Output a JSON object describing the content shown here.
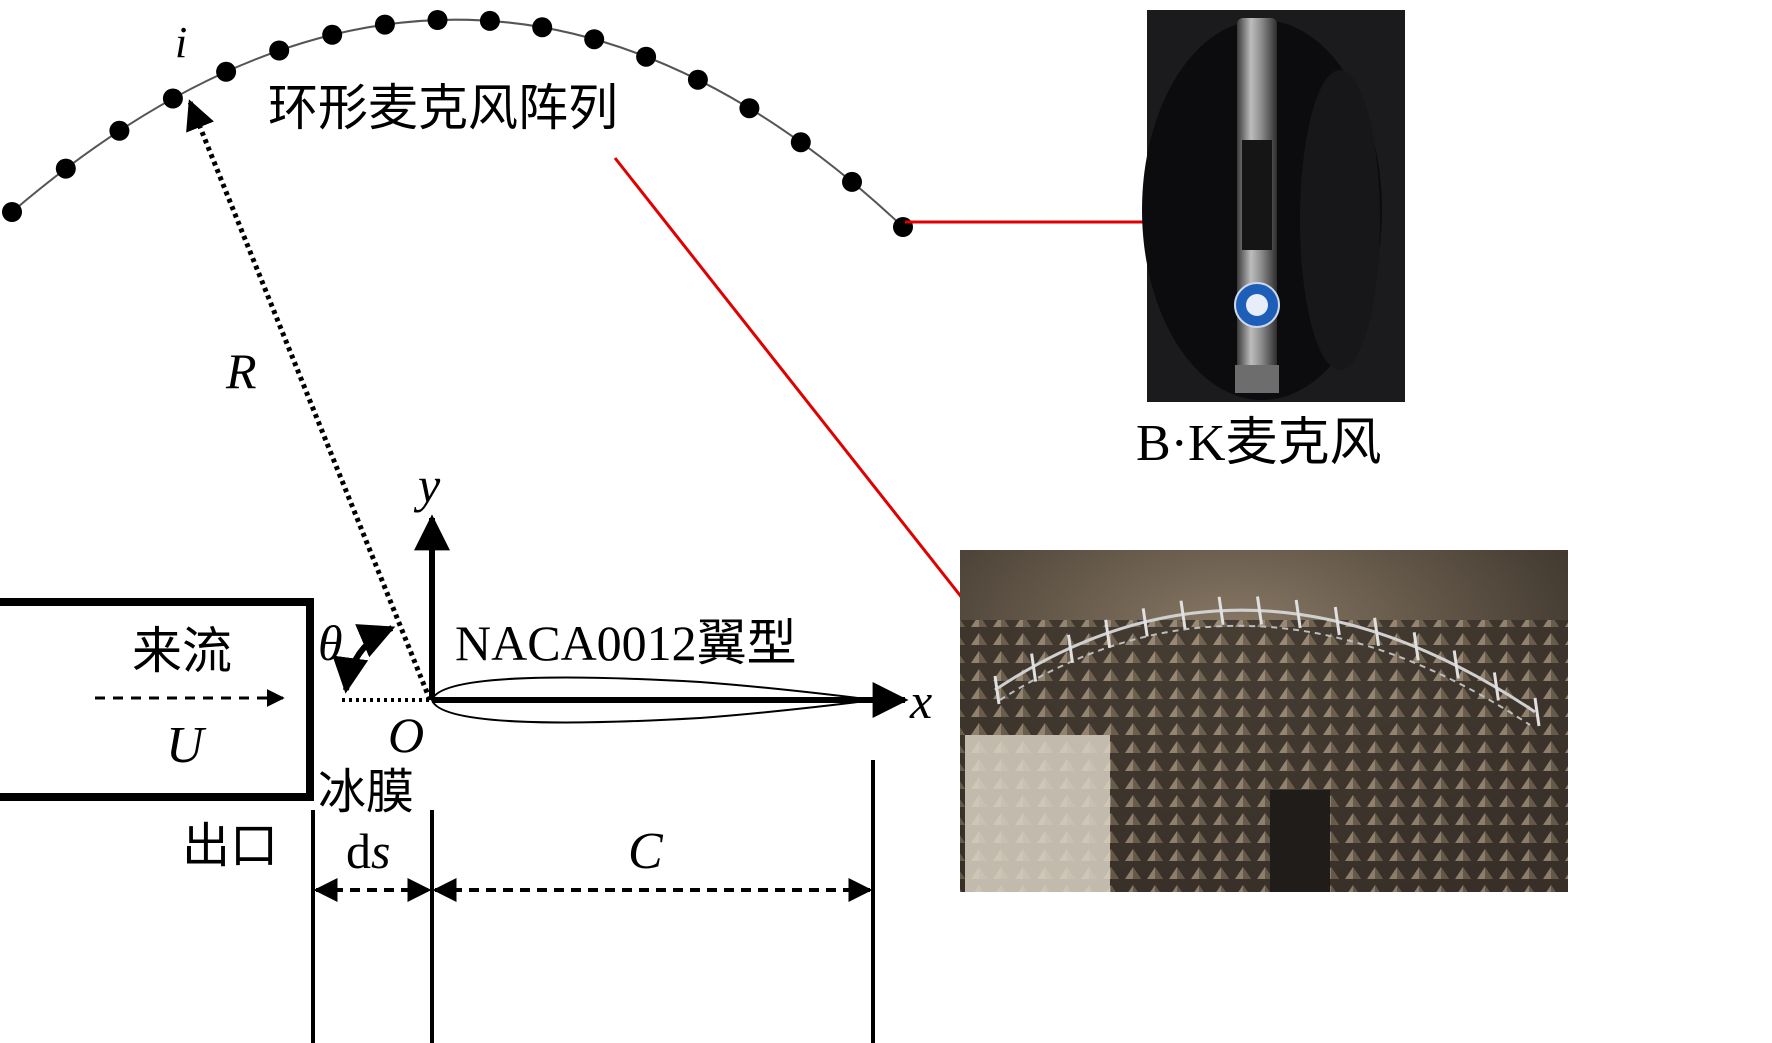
{
  "labels": {
    "array": "环形麦克风阵列",
    "mic_index": "i",
    "radius": "R",
    "angle": "θ",
    "flow": "来流",
    "flow_velocity": "U",
    "origin": "O",
    "ice_film": "冰膜",
    "outlet": "出口",
    "ds_d": "d",
    "ds_s": "s",
    "chord": "C",
    "airfoil": "NACA0012翼型",
    "x_axis": "x",
    "y_axis": "y",
    "bk_mic": "B·K麦克风"
  },
  "icons": {
    "bk_photo": "microphone-photo",
    "chamber_photo": "anechoic-chamber-photo"
  },
  "colors": {
    "line": "#000000",
    "pointer": "#e00000",
    "cable": "#8a8a8a"
  }
}
